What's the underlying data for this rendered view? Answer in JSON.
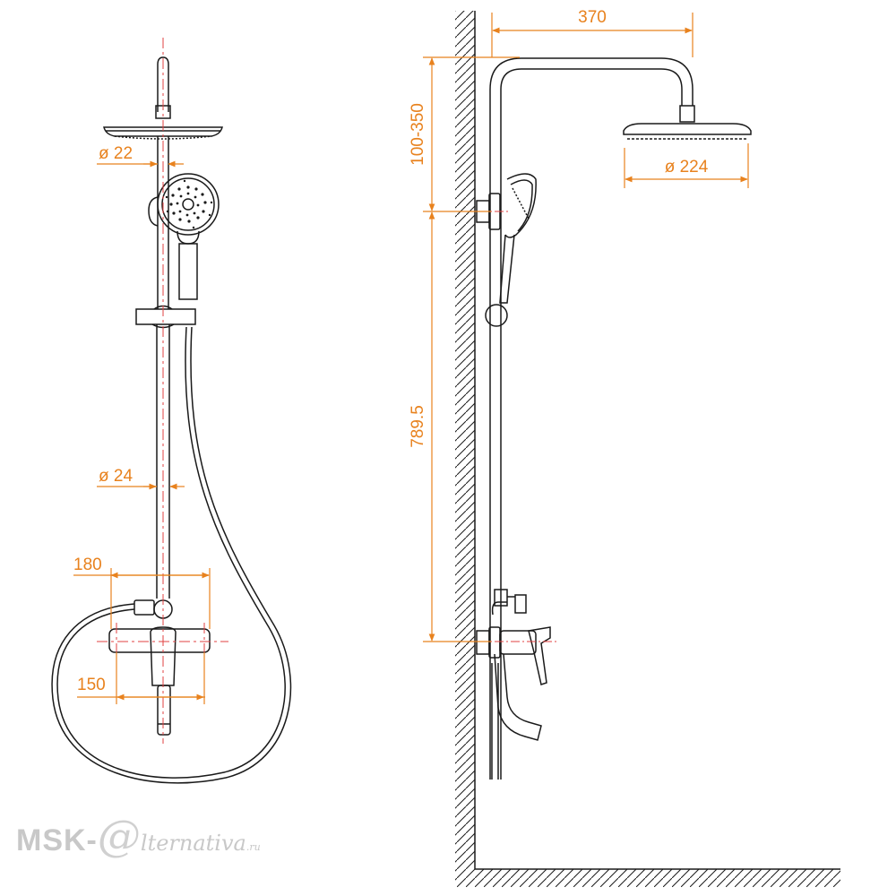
{
  "colors": {
    "line": "#1a1a1a",
    "dimension": "#e8821e",
    "centerline": "#e04040",
    "watermark": "#c8c8c8",
    "background": "#ffffff"
  },
  "front_view": {
    "dimensions": {
      "upper_pipe_diameter": "ø 22",
      "lower_pipe_diameter": "ø 24",
      "mixer_width": "180",
      "mixer_inlet_spacing": "150"
    }
  },
  "side_view": {
    "dimensions": {
      "arm_reach": "370",
      "head_height_range": "100-350",
      "head_diameter": "ø 224",
      "bar_height": "789.5"
    }
  },
  "watermark": {
    "brand": "MSK-",
    "at_symbol": "@",
    "tail": "lternativa",
    "domain": ".ru"
  }
}
